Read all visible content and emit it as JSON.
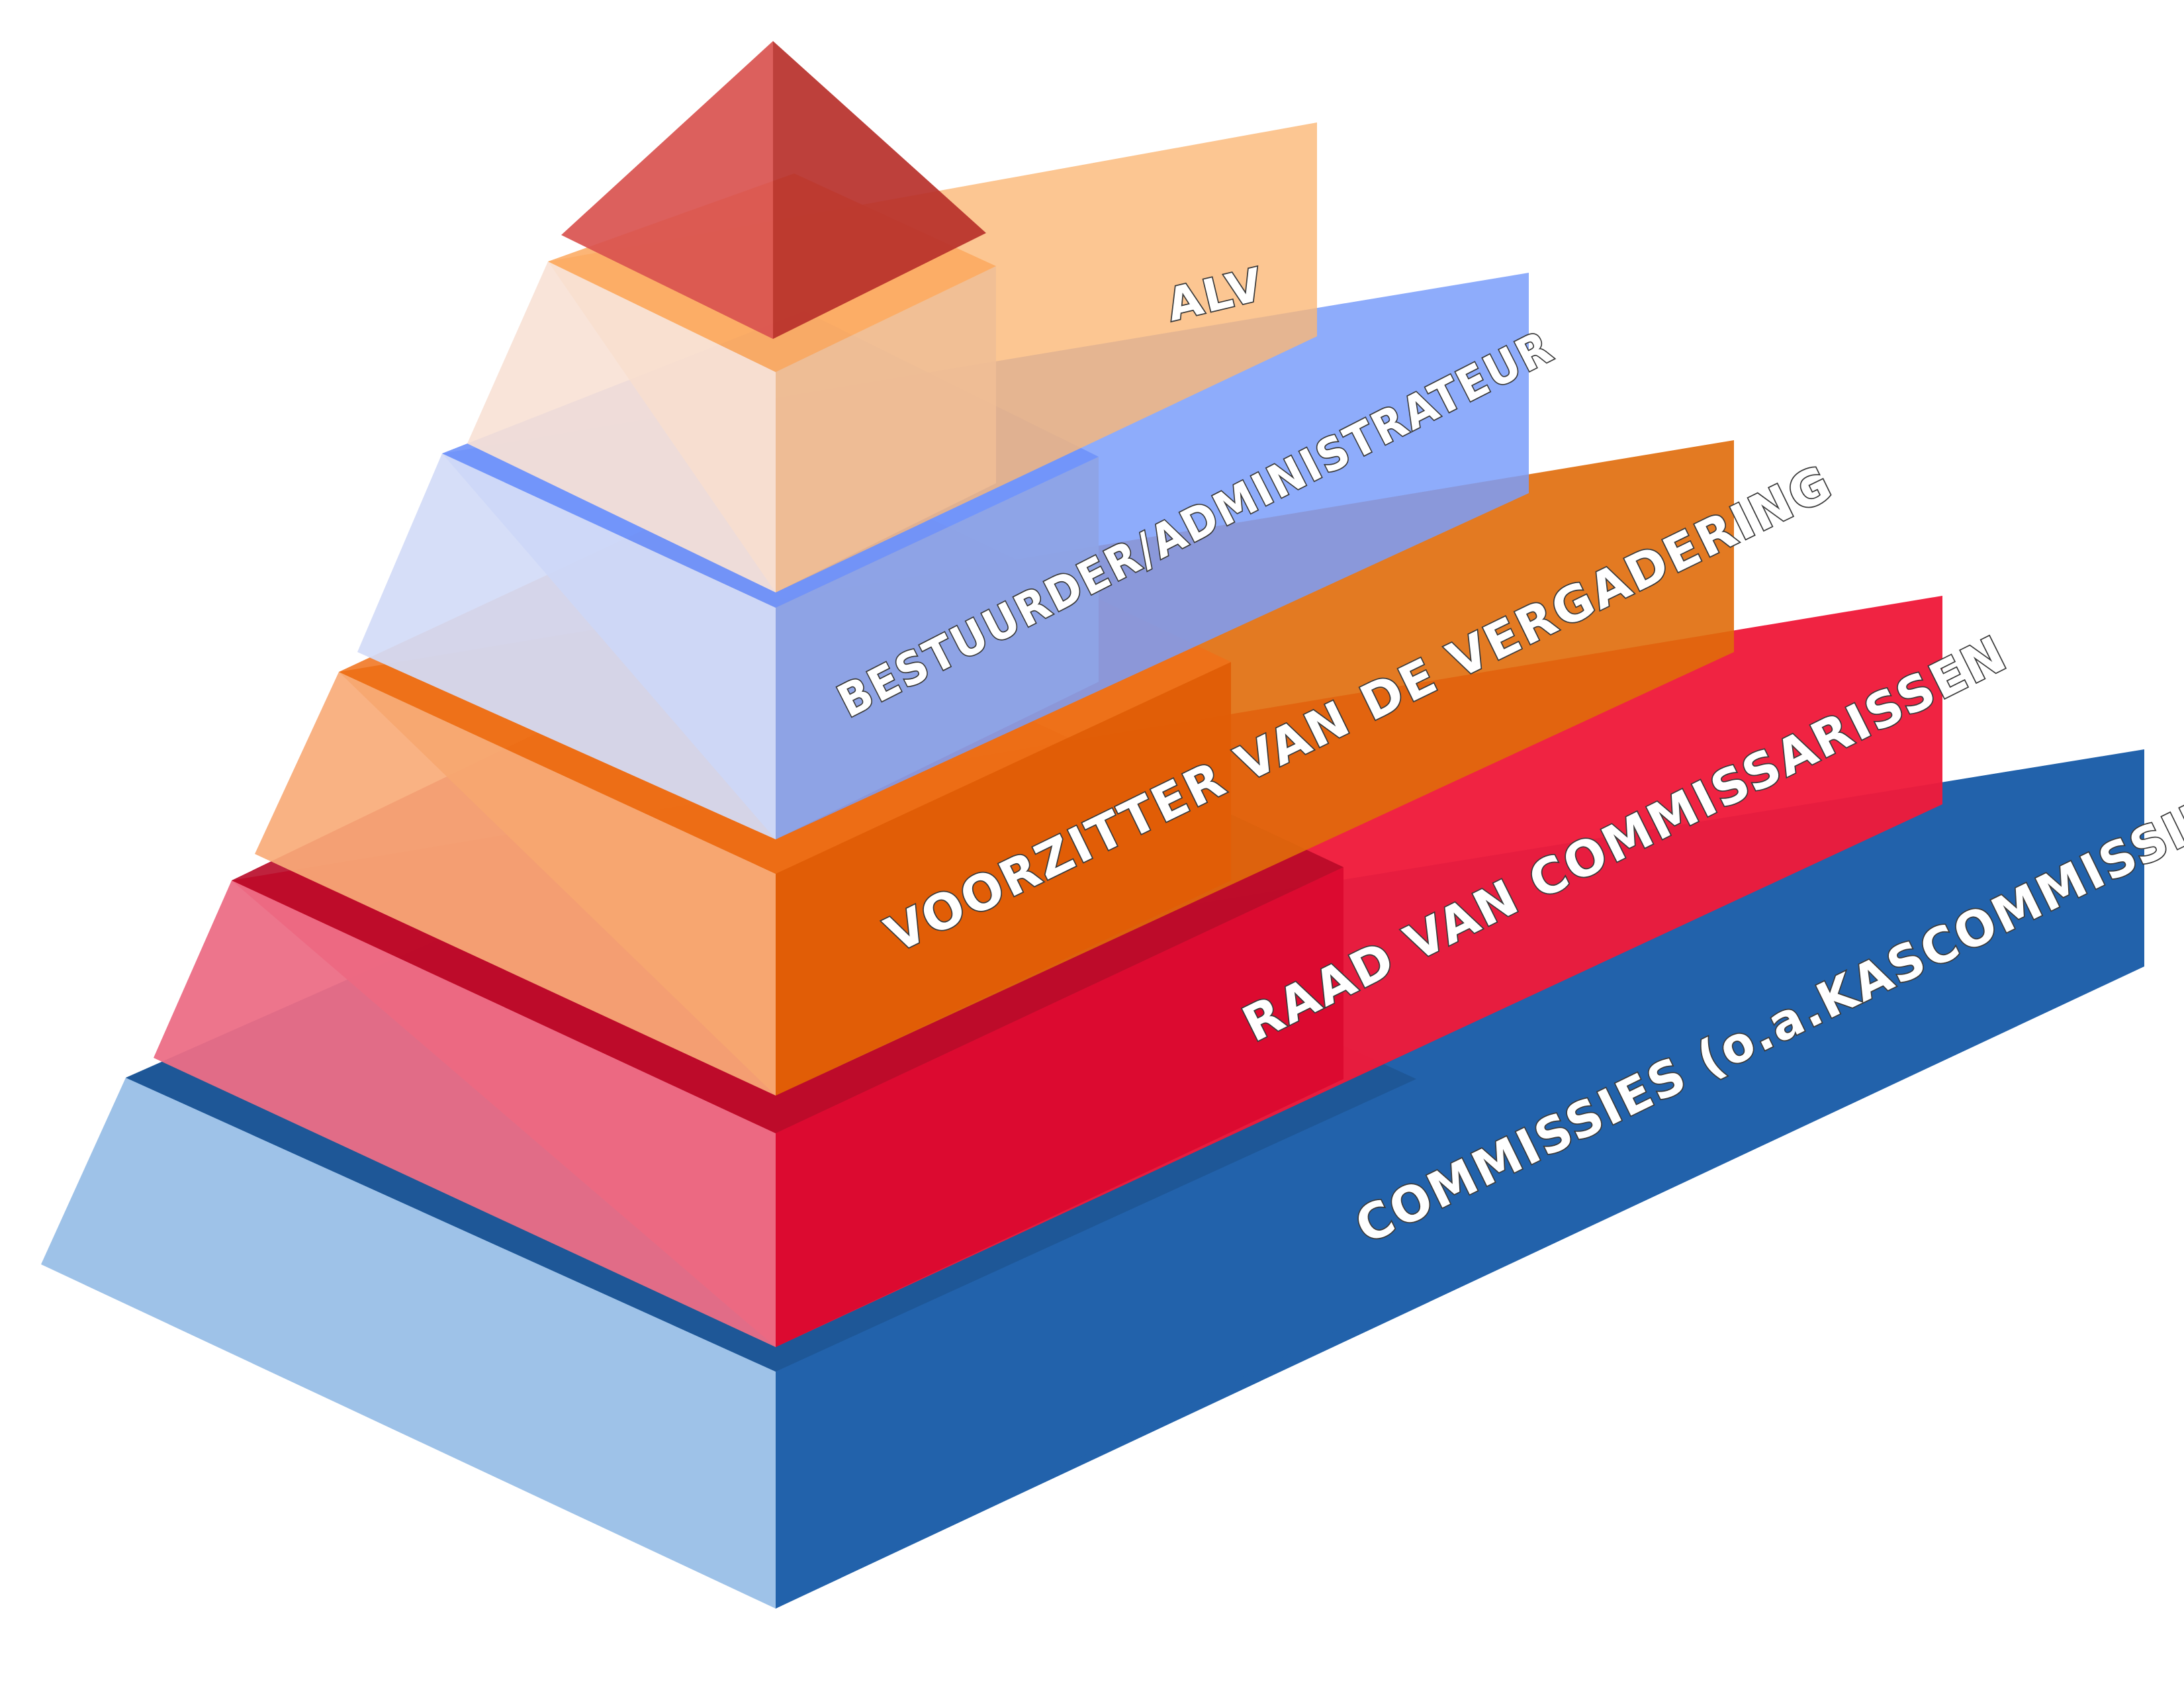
{
  "levels": [
    {
      "key": "alv",
      "label": "ALV",
      "color": "#FBB877"
    },
    {
      "key": "best",
      "label": "BESTUURDER/ADMINISTRATEUR",
      "color": "#7A9EFA"
    },
    {
      "key": "voor",
      "label": "VOORZITTER VAN DE VERGADERING",
      "color": "#E06B0A"
    },
    {
      "key": "raad",
      "label": "RAAD VAN COMMISSARISSEN",
      "color": "#EF1A3A"
    },
    {
      "key": "comm",
      "label": "COMMISSIES (o.a.KASCOMMISSIE)",
      "color": "#2262AB"
    }
  ],
  "apex_color": "#C9332B"
}
